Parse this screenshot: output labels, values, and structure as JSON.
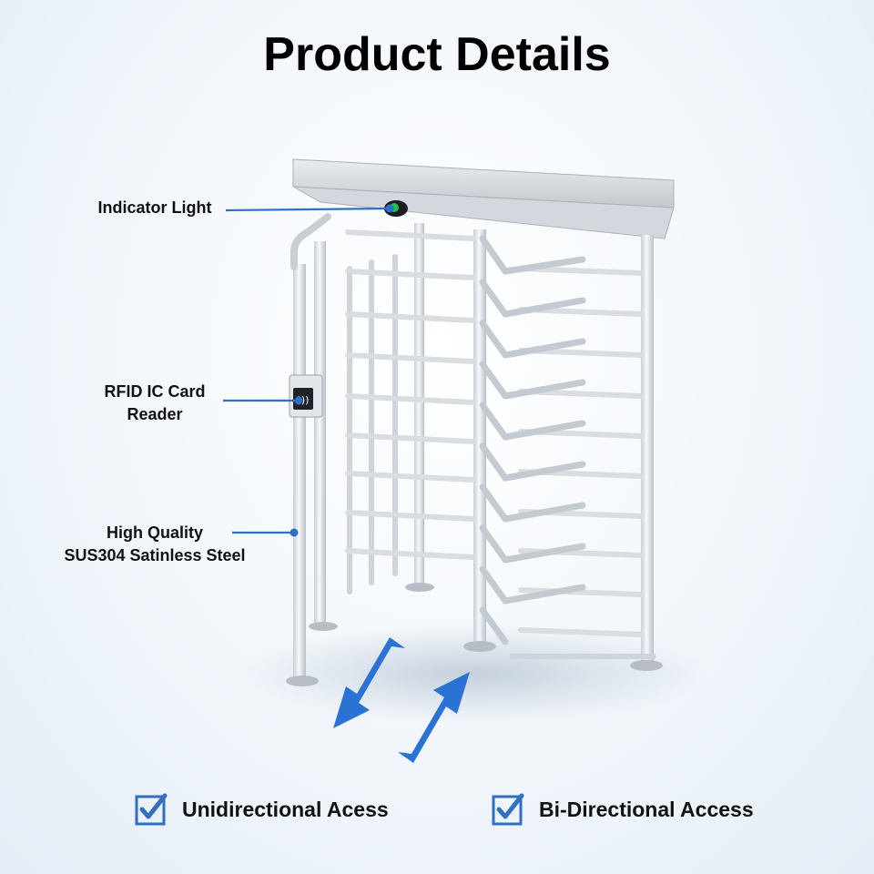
{
  "title": "Product Details",
  "callouts": {
    "indicator_light": "Indicator Light",
    "rfid_line1": "RFID IC Card",
    "rfid_line2": "Reader",
    "steel_line1": "High Quality",
    "steel_line2": "SUS304 Satinless Steel"
  },
  "features": [
    {
      "label": "Unidirectional Acess",
      "icon": "checkbox-icon"
    },
    {
      "label": "Bi-Directional Access",
      "icon": "checkbox-icon"
    }
  ],
  "colors": {
    "accent_blue": "#2f6fc4",
    "arrow_blue": "#2a72d4",
    "steel": "#dfe3e8",
    "indicator_green": "#1fbf4a"
  }
}
